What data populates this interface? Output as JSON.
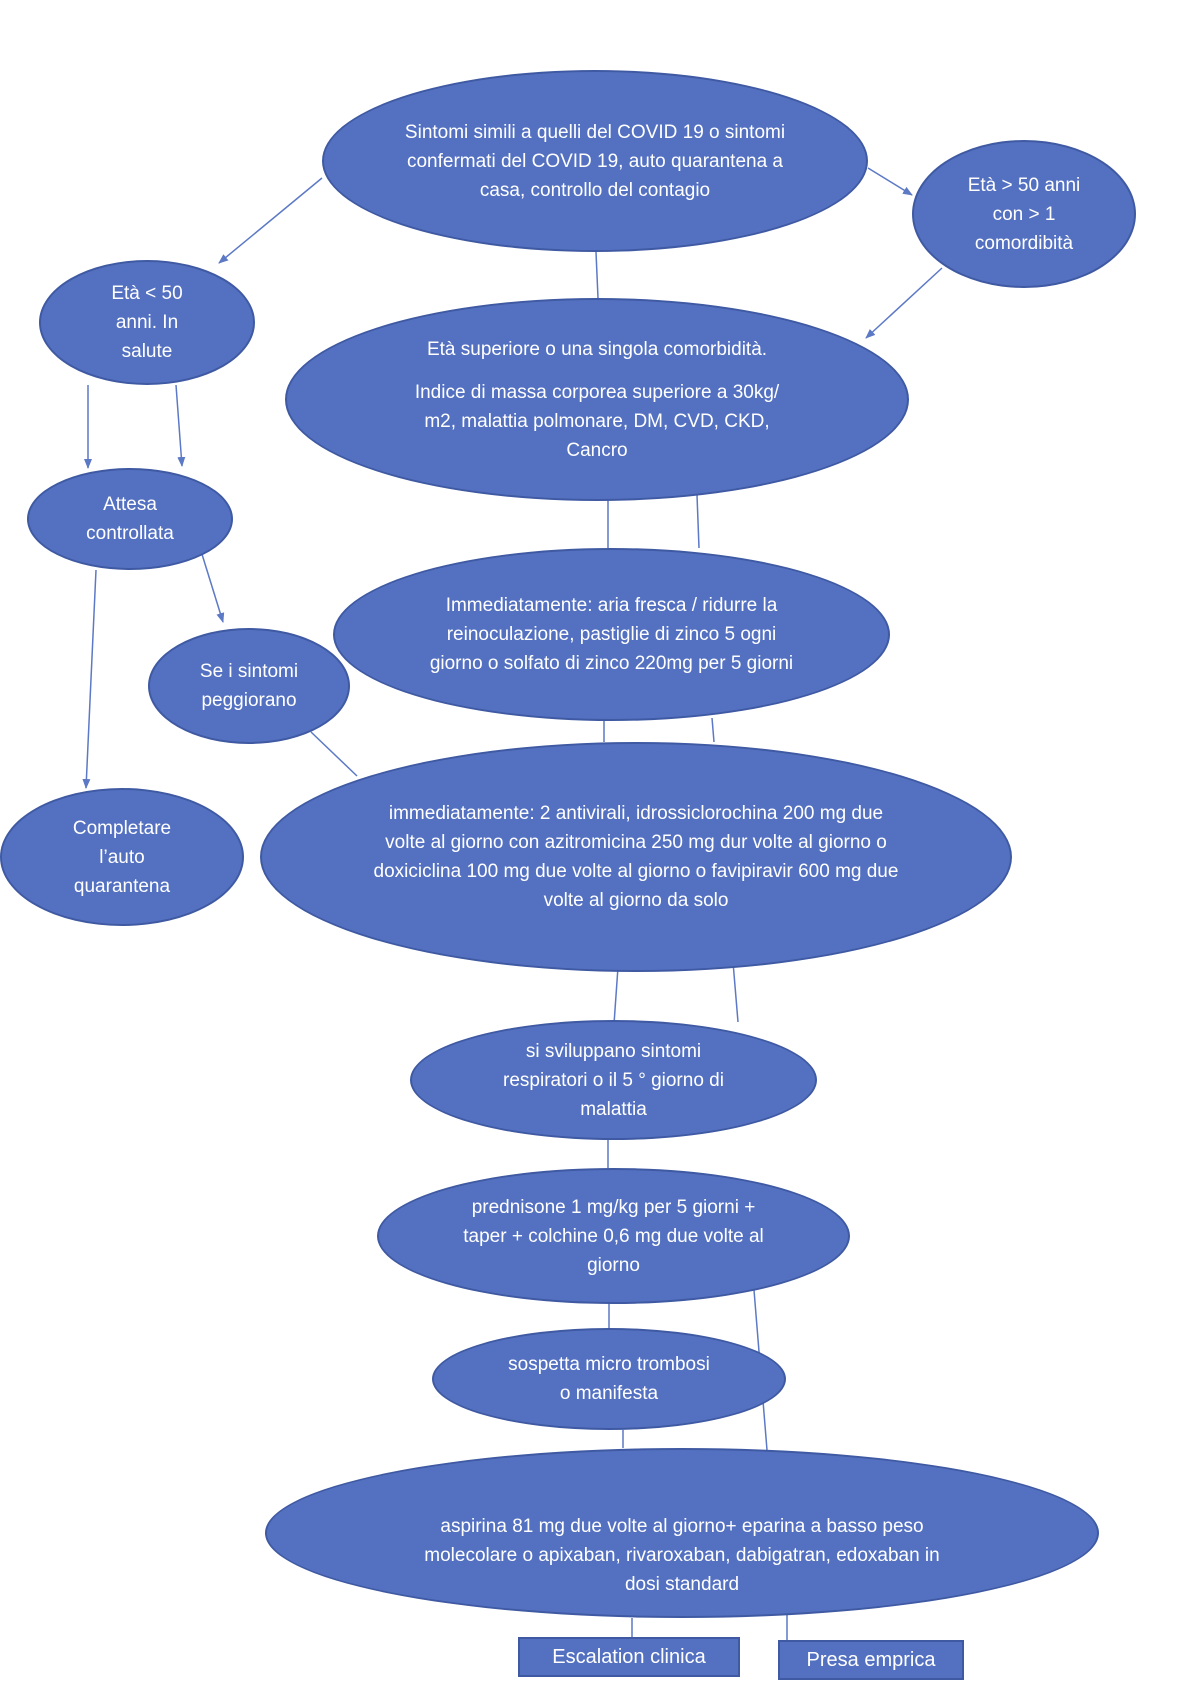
{
  "colors": {
    "node_fill": "#5471c1",
    "node_border": "#3f5aa3",
    "text": "#ffffff",
    "connector": "#5c79c6"
  },
  "nodes": {
    "start": "Sintomi simili a quelli del COVID 19 o sintomi confermati del COVID 19, auto quarantena a casa, controllo del contagio",
    "over50": "Età > 50 anni con > 1 comordibità",
    "under50": "Età < 50 anni. In salute",
    "risk_line1": "Età superiore o una singola comorbidità.",
    "risk_line2": "Indice di massa corporea superiore a 30kg/ m2, malattia polmonare, DM, CVD, CKD, Cancro",
    "wait": "Attesa controllata",
    "zinc": "Immediatamente: aria fresca / ridurre la reinoculazione, pastiglie di zinco 5 ogni giorno o solfato di zinco 220mg per 5 giorni",
    "worsen": "Se i sintomi peggiorano",
    "complete": "Completare l’auto quarantena",
    "antiviral": "immediatamente: 2 antivirali, idrossiclorochina 200 mg due volte al giorno con azitromicina 250 mg dur volte al giorno o doxiciclina 100 mg due volte al giorno  o favipiravir 600 mg due volte al giorno da solo",
    "respiratory": "si sviluppano sintomi respiratori o il 5 ° giorno di malattia",
    "prednisone": "prednisone  1 mg/kg per 5 giorni + taper + colchine 0,6 mg due volte al giorno",
    "thrombosis": "sospetta micro trombosi o manifesta",
    "aspirin": "aspirina 81 mg due volte al giorno+ eparina a basso peso molecolare o apixaban, rivaroxaban, dabigatran, edoxaban in dosi standard",
    "escalation": "Escalation clinica",
    "empirical": "Presa emprica"
  }
}
